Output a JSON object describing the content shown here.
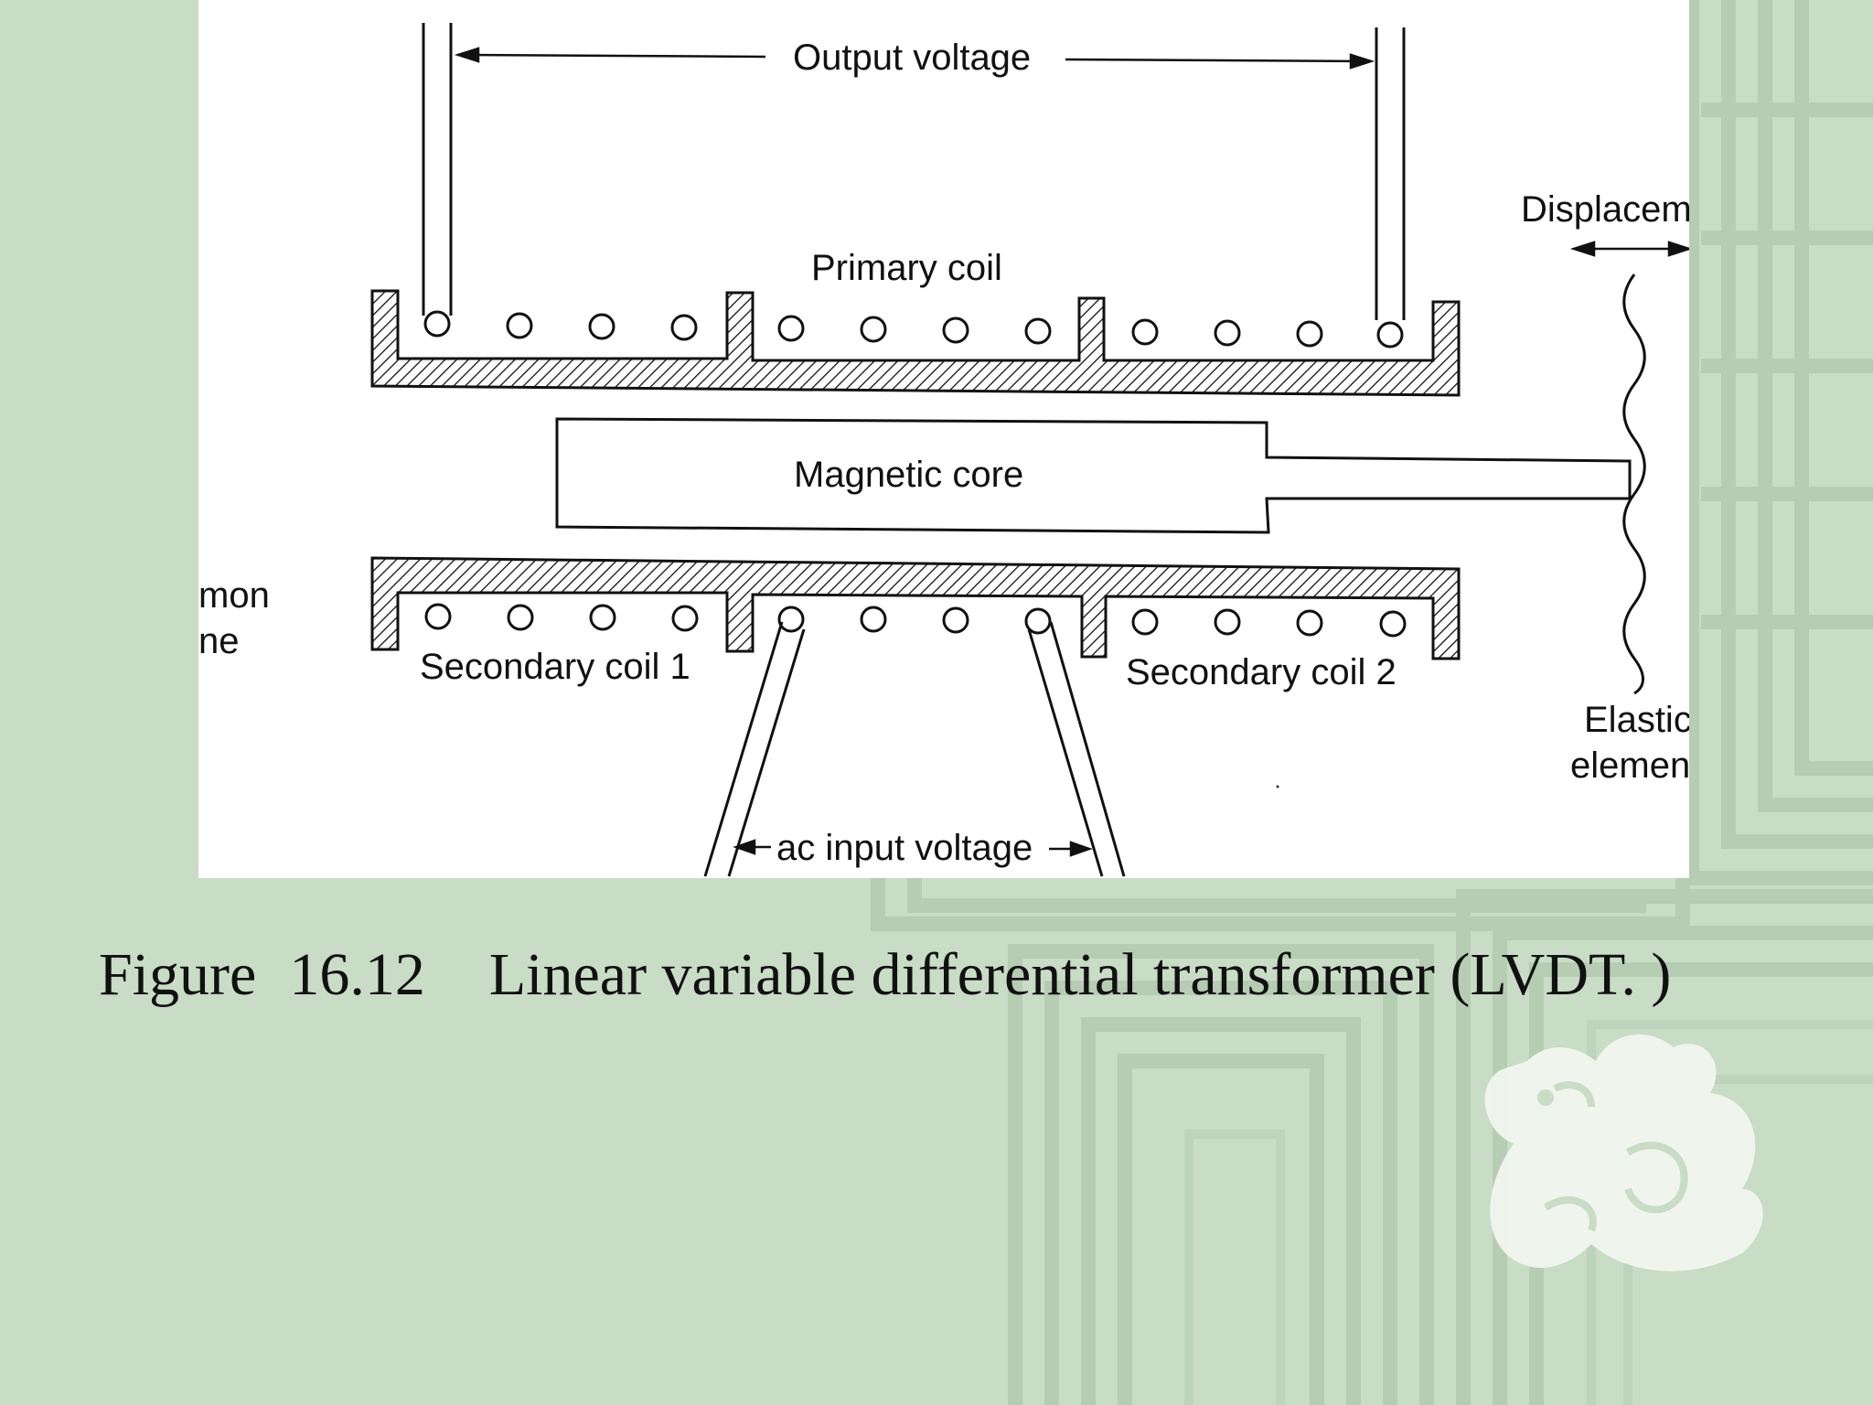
{
  "colors": {
    "background": "#c9dcc6",
    "pattern": "#b3cbb0",
    "figure_bg": "#ffffff",
    "ink": "#111111"
  },
  "icons": [
    "dragon-emblem-icon"
  ],
  "diagram": {
    "labels": {
      "output_voltage": "Output voltage",
      "primary_coil": "Primary coil",
      "magnetic_core": "Magnetic core",
      "secondary_coil_1": "Secondary coil 1",
      "secondary_coil_2": "Secondary coil 2",
      "ac_input_voltage": "ac input voltage",
      "displacement": "Displacem",
      "elastic": "Elastic",
      "element": "elemen",
      "common_1": "mon",
      "common_2": "ne"
    }
  },
  "caption": {
    "figure_label": "Figure",
    "figure_number": "16.12",
    "title": "Linear variable differential transformer (LVDT. )"
  }
}
